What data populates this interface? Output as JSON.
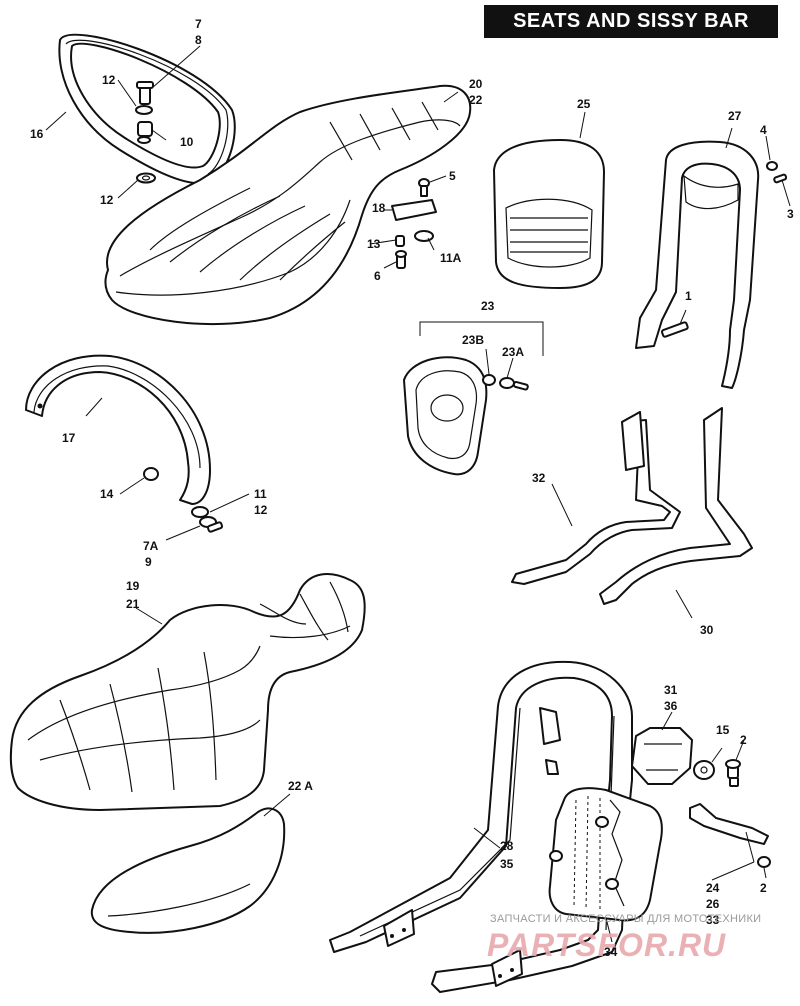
{
  "header": {
    "title": "SEATS AND SISSY BAR"
  },
  "callouts": {
    "c7": "7",
    "c8": "8",
    "c12a": "12",
    "c16": "16",
    "c10": "10",
    "c12b": "12",
    "c20": "20",
    "c22": "22",
    "c25": "25",
    "c27": "27",
    "c4": "4",
    "c3": "3",
    "c5": "5",
    "c18": "18",
    "c13": "13",
    "c11A": "11A",
    "c6": "6",
    "c1": "1",
    "c23": "23",
    "c23B": "23B",
    "c23A": "23A",
    "c17": "17",
    "c14": "14",
    "c11": "11",
    "c12c": "12",
    "c7A": "7A",
    "c9": "9",
    "c32": "32",
    "c30": "30",
    "c19": "19",
    "c21": "21",
    "c22A": "22 A",
    "c31": "31",
    "c36": "36",
    "c15": "15",
    "c2a": "2",
    "c28": "28",
    "c35": "35",
    "c24": "24",
    "c26": "26",
    "c33": "33",
    "c2b": "2",
    "c34": "34"
  },
  "watermark": {
    "caption": "ЗАПЧАСТИ И АКСЕССУАРЫ ДЛЯ МОТОТЕХНИКИ",
    "brand": "PARTSFOR.RU"
  }
}
